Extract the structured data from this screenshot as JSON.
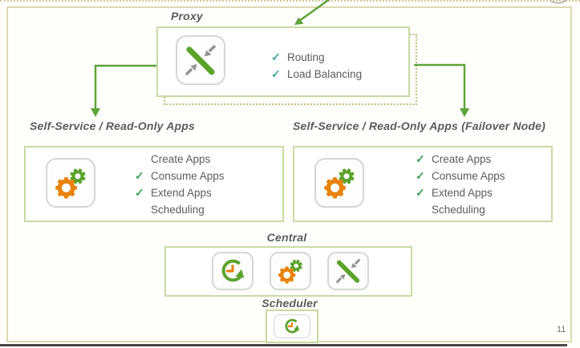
{
  "page_number": "11",
  "colors": {
    "arrow_green": "#5ea33b",
    "box_border_green": "#c6dba3",
    "outer_border_tan": "#ded8b2",
    "dotted_tan": "#c9bd85",
    "icon_green": "#5ba32c",
    "icon_orange": "#e8820c",
    "icon_gray": "#929292",
    "check_teal": "#44a39b",
    "check_green": "#3ca060",
    "text_gray": "#5c5c5c",
    "bottom_rule": "#4b4348"
  },
  "proxy": {
    "title": "Proxy",
    "icon": "proxy-icon",
    "items": [
      {
        "label": "Routing",
        "checked": true
      },
      {
        "label": "Load Balancing",
        "checked": true
      }
    ]
  },
  "left_node": {
    "title": "Self-Service / Read-Only Apps",
    "icon": "gears-icon",
    "items": [
      {
        "label": "Create Apps",
        "checked": false
      },
      {
        "label": "Consume Apps",
        "checked": true
      },
      {
        "label": "Extend Apps",
        "checked": true
      },
      {
        "label": "Scheduling",
        "checked": false
      }
    ]
  },
  "right_node": {
    "title": "Self-Service / Read-Only Apps (Failover Node)",
    "icon": "gears-icon",
    "items": [
      {
        "label": "Create Apps",
        "checked": true
      },
      {
        "label": "Consume Apps",
        "checked": true
      },
      {
        "label": "Extend Apps",
        "checked": true
      },
      {
        "label": "Scheduling",
        "checked": false
      }
    ]
  },
  "central": {
    "title": "Central",
    "icons": [
      "scheduler-icon",
      "gears-icon",
      "proxy-icon"
    ]
  },
  "scheduler": {
    "title": "Scheduler",
    "icon": "scheduler-icon"
  }
}
